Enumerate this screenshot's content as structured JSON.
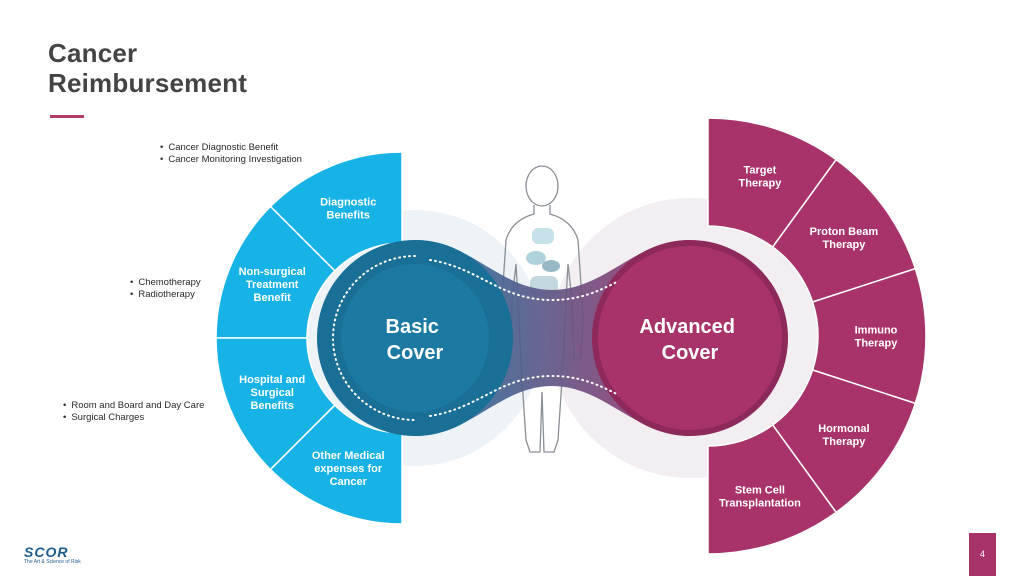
{
  "title_lines": [
    "Cancer",
    "Reimbursement"
  ],
  "colors": {
    "basic_blue": "#17b2e6",
    "basic_core": "#1c79a2",
    "advanced_pink": "#a8336a",
    "title": "#444446",
    "accent_rule": "#b33c68"
  },
  "basic": {
    "core_lines": [
      "Basic",
      "Cover"
    ],
    "segments": [
      {
        "lines": [
          "Diagnostic",
          "Benefits"
        ]
      },
      {
        "lines": [
          "Non-surgical",
          "Treatment",
          "Benefit"
        ]
      },
      {
        "lines": [
          "Hospital and",
          "Surgical",
          "Benefits"
        ]
      },
      {
        "lines": [
          "Other Medical",
          "expenses for",
          "Cancer"
        ]
      }
    ]
  },
  "advanced": {
    "core_lines": [
      "Advanced",
      "Cover"
    ],
    "segments": [
      {
        "lines": [
          "Target",
          "Therapy"
        ]
      },
      {
        "lines": [
          "Proton Beam",
          "Therapy"
        ]
      },
      {
        "lines": [
          "Immuno",
          "Therapy"
        ]
      },
      {
        "lines": [
          "Hormonal",
          "Therapy"
        ]
      },
      {
        "lines": [
          "Stem Cell",
          "Transplantation"
        ]
      }
    ]
  },
  "bullets": {
    "diagnostic": [
      "Cancer Diagnostic Benefit",
      "Cancer Monitoring Investigation"
    ],
    "nonsurgical": [
      "Chemotherapy",
      "Radiotherapy"
    ],
    "hospital": [
      "Room and Board and Day Care",
      "Surgical Charges"
    ]
  },
  "footer": {
    "logo": "SCOR",
    "tagline": "The Art & Science of Risk",
    "page": "4"
  }
}
